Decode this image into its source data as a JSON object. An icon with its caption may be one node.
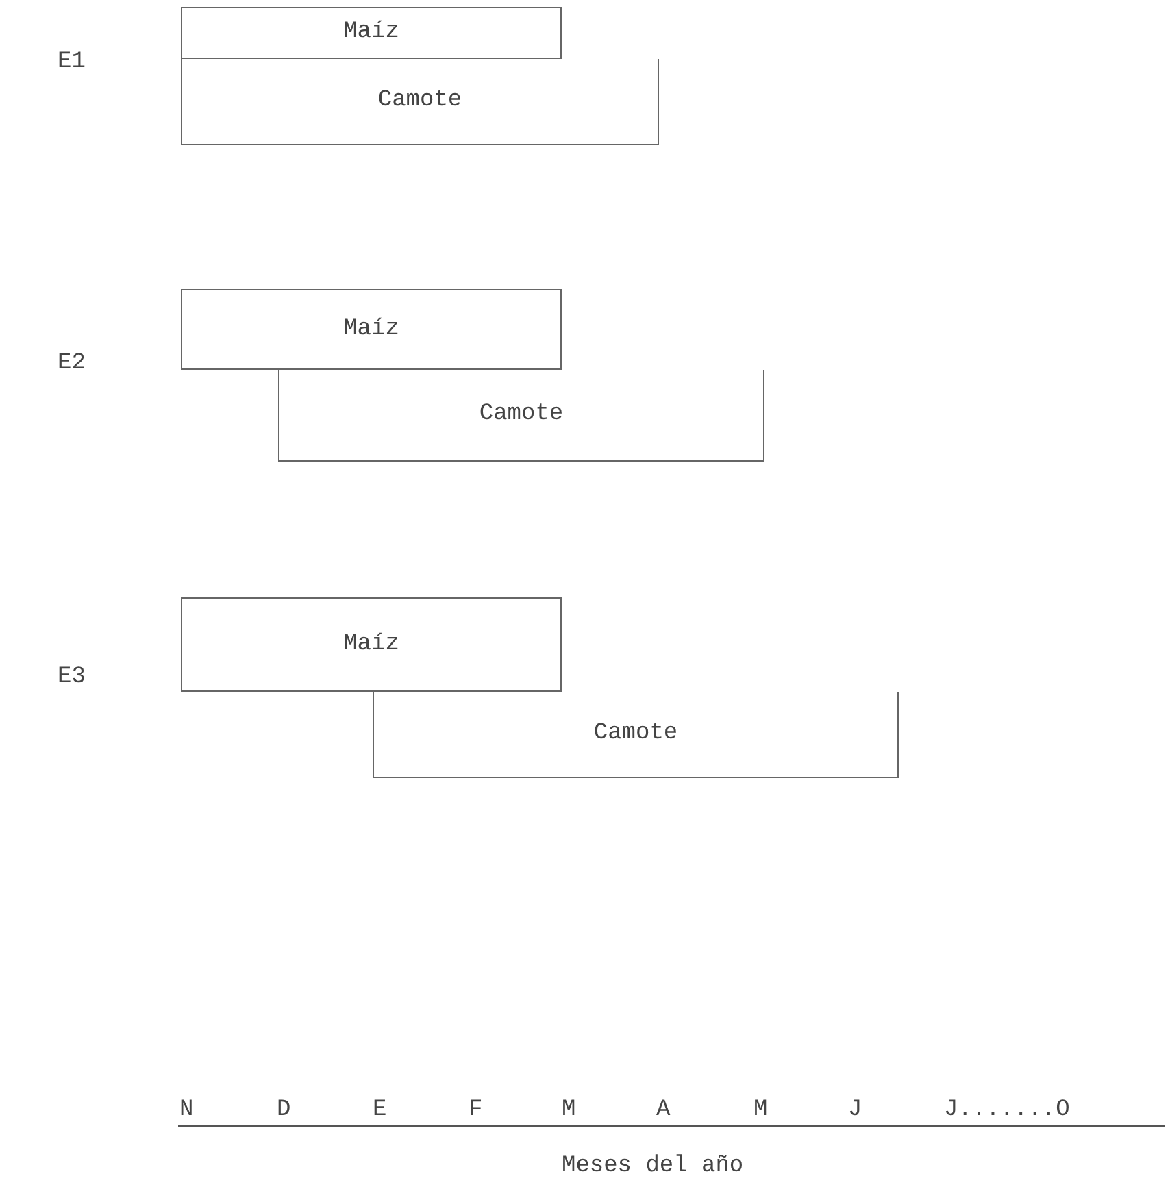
{
  "diagram": {
    "nodes": [
      {
        "text": [
          "Maíz"
        ]
      },
      {
        "text": [
          "Camote"
        ]
      },
      {
        "text": [
          "Maíz"
        ]
      },
      {
        "text": [
          "Camote"
        ]
      },
      {
        "text": [
          "Maíz"
        ]
      },
      {
        "text": [
          "Camote"
        ]
      }
    ],
    "labels": [
      "E1",
      "E2",
      "E3",
      "N",
      "D",
      "E",
      "F",
      "M",
      "A",
      "M",
      "J",
      "J.......O",
      "Meses del año"
    ]
  }
}
